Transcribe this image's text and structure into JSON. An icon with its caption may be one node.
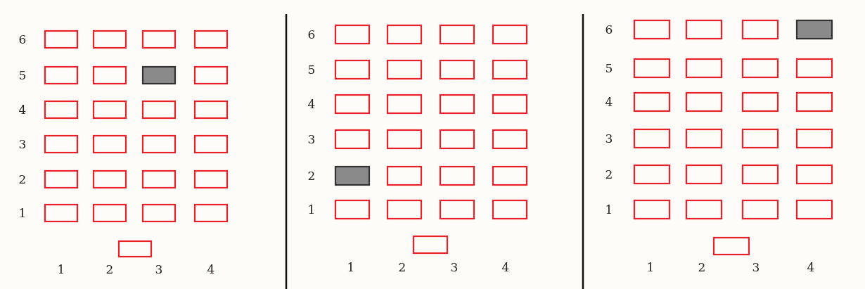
{
  "diagram": {
    "labels": [
      "6",
      "5",
      "4",
      "3",
      "2",
      "1",
      "1",
      "2",
      "3",
      "4",
      "6",
      "5",
      "4",
      "3",
      "2",
      "1",
      "1",
      "2",
      "3",
      "4",
      "6",
      "5",
      "4",
      "3",
      "2",
      "1",
      "1",
      "2",
      "3",
      "4"
    ]
  }
}
